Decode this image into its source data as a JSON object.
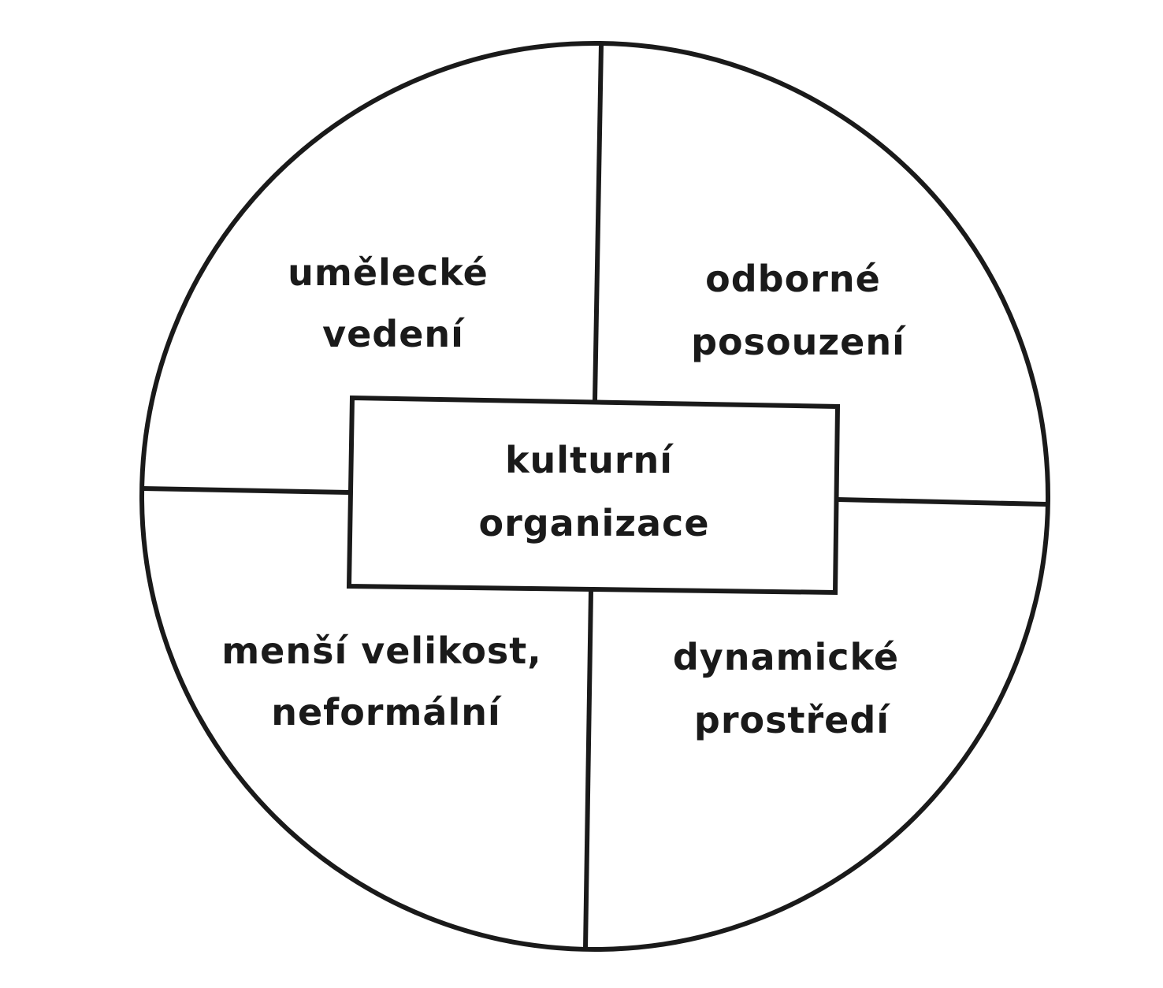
{
  "center": {
    "lines": [
      "kulturní",
      "organizace"
    ]
  },
  "quadrants": {
    "top_left": {
      "lines": [
        "umělecké",
        "vedení"
      ]
    },
    "top_right": {
      "lines": [
        "odborné",
        "posouzení"
      ]
    },
    "bottom_left": {
      "lines": [
        "menší velikost,",
        "neformální"
      ]
    },
    "bottom_right": {
      "lines": [
        "dynamické",
        "prostředí"
      ]
    }
  },
  "colors": {
    "stroke": "#1a1a1a",
    "background": "#ffffff"
  }
}
